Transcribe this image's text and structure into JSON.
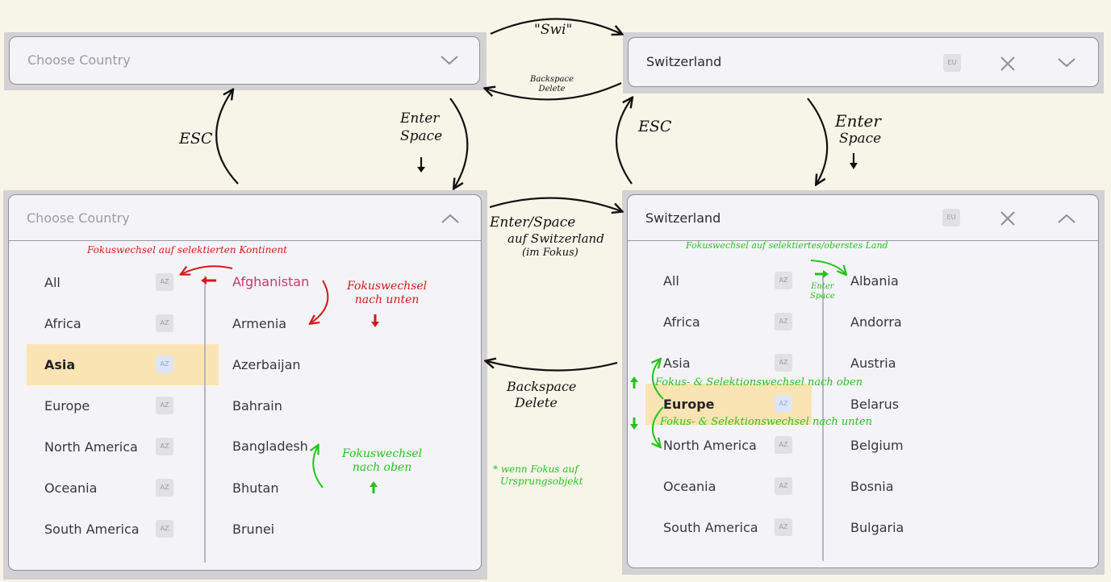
{
  "placeholder": "Choose Country",
  "selected_value": "Switzerland",
  "region_badge": "EU",
  "az_badge": "AZ",
  "icons": {
    "expand": "chevron-down-icon",
    "collapse": "chevron-up-icon",
    "clear": "close-icon"
  },
  "colors": {
    "selected_row": "#fbe4b3",
    "focus_text": "#c9386a",
    "annotation_red": "#d11b1b",
    "annotation_green": "#27c21e"
  },
  "continents": [
    "All",
    "Africa",
    "Asia",
    "Europe",
    "North America",
    "Oceania",
    "South America"
  ],
  "panel_left": {
    "selected_continent": "Asia",
    "focused_country": "Afghanistan",
    "countries": [
      "Afghanistan",
      "Armenia",
      "Azerbaijan",
      "Bahrain",
      "Bangladesh",
      "Bhutan",
      "Brunei"
    ]
  },
  "panel_right": {
    "selected_continent": "Europe",
    "countries": [
      "Albania",
      "Andorra",
      "Austria",
      "Belarus",
      "Belgium",
      "Bosnia",
      "Bulgaria"
    ]
  },
  "annotations": {
    "typing": "\"Swi\"",
    "backspace_delete_small": [
      "Backspace",
      "Delete"
    ],
    "esc_left": "ESC",
    "esc_right": "ESC",
    "enter_space_left": [
      "Enter",
      "Space"
    ],
    "enter_space_right": [
      "Enter",
      "Space"
    ],
    "enter_space_on_switzerland": [
      "Enter/Space",
      "auf Switzerland",
      "(im Fokus)"
    ],
    "backspace_delete_middle": [
      "Backspace",
      "Delete"
    ],
    "focus_to_continent": "Fokuswechsel auf selektierten Kontinent",
    "focus_down": [
      "Fokuswechsel",
      "nach unten"
    ],
    "focus_up": [
      "Fokuswechsel",
      "nach oben"
    ],
    "footnote": [
      "* wenn Fokus auf",
      "Ursprungsobjekt"
    ],
    "focus_to_country": "Fokuswechsel auf selektiertes/oberstes Land",
    "enter_space_small": [
      "Enter",
      "Space"
    ],
    "selection_up": "Fokus- & Selektionswechsel nach oben",
    "selection_down": "Fokus- & Selektionswechsel nach unten"
  }
}
